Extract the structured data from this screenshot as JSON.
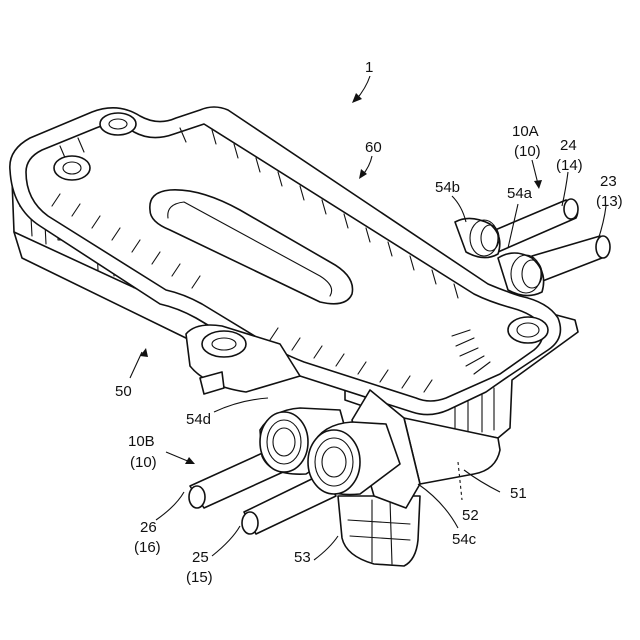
{
  "labels": {
    "l1": "1",
    "l60": "60",
    "l10A": "10A",
    "l10A_sub": "(10)",
    "l24": "24",
    "l24_sub": "(14)",
    "l23": "23",
    "l23_sub": "(13)",
    "l54b": "54b",
    "l54a": "54a",
    "l50": "50",
    "l54d": "54d",
    "l10B": "10B",
    "l10B_sub": "(10)",
    "l51": "51",
    "l52": "52",
    "l54c": "54c",
    "l26": "26",
    "l26_sub": "(16)",
    "l25": "25",
    "l25_sub": "(15)",
    "l53": "53"
  },
  "colors": {
    "line": "#111111",
    "background": "#ffffff"
  }
}
